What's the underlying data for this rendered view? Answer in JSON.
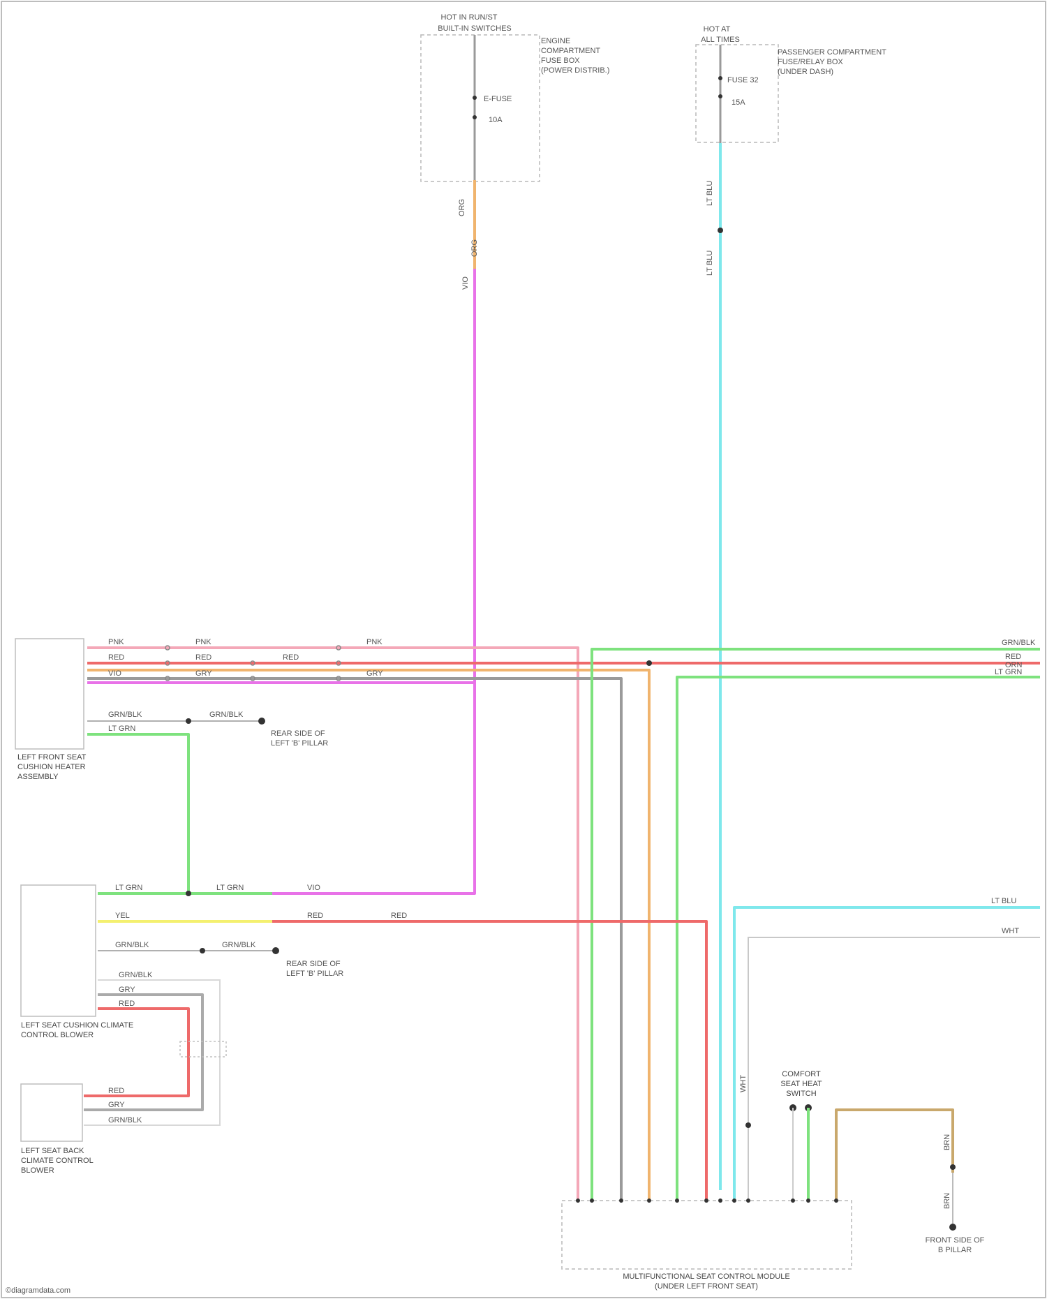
{
  "top_left": {
    "title_line1": "HOT IN RUN/ST",
    "title_line2": "BUILT-IN SWITCHES",
    "fuse_line1": "E-FUSE",
    "fuse_line2": "10A",
    "note_line1": "ENGINE",
    "note_line2": "COMPARTMENT",
    "note_line3": "FUSE BOX",
    "note_line4": "(POWER DISTRIB.)"
  },
  "top_right": {
    "title_line1": "HOT AT",
    "title_line2": "ALL TIMES",
    "fuse_line1": "FUSE 32",
    "fuse_line2": "15A",
    "note_line1": "PASSENGER COMPARTMENT",
    "note_line2": "FUSE/RELAY BOX",
    "note_line3": "(UNDER DASH)"
  },
  "components": {
    "left_front_seat_line1": "LEFT FRONT SEAT",
    "left_front_seat_line2": "CUSHION HEATER",
    "left_front_seat_line3": "ASSEMBLY",
    "left_seat_control_line1": "LEFT SEAT CUSHION CLIMATE",
    "left_seat_control_line2": "CONTROL BLOWER",
    "left_blower_line1": "LEFT SEAT BACK",
    "left_blower_line2": "CLIMATE CONTROL",
    "left_blower_line3": "BLOWER",
    "ground1_line1": "REAR SIDE OF",
    "ground1_line2": "LEFT 'B' PILLAR",
    "ground2_line1": "REAR SIDE OF",
    "ground2_line2": "LEFT 'B' PILLAR",
    "comfort_line1": "COMFORT",
    "comfort_line2": "SEAT HEAT",
    "comfort_line3": "SWITCH",
    "ground3_line1": "FRONT SIDE OF",
    "ground3_line2": "B PILLAR",
    "module_line1": "MULTIFUNCTIONAL SEAT CONTROL MODULE",
    "module_line2": "(UNDER LEFT FRONT SEAT)"
  },
  "wires": {
    "pnk": "PNK",
    "red": "RED",
    "orn": "ORN",
    "gry": "GRY",
    "grn_blk": "GRN/BLK",
    "lt_grn": "LT GRN",
    "vio": "VIO",
    "yel": "YEL",
    "lt_blu": "LT BLU",
    "wht": "WHT",
    "brn": "BRN",
    "org_tag": "ORG",
    "vio_tag": "VIO",
    "lt_blu_tag": "LT BLU"
  },
  "watermark": "©diagramdata.com",
  "colors": {
    "vio": "#e872e8",
    "lt_blu": "#7fe8ec",
    "pnk": "#f4a8b8",
    "red": "#ee6a6a",
    "orn": "#f0b46e",
    "gry": "#9a9a9a",
    "grn": "#7ee27e",
    "yel": "#f4f070",
    "brn": "#c9a86c",
    "wht": "#cccccc"
  }
}
